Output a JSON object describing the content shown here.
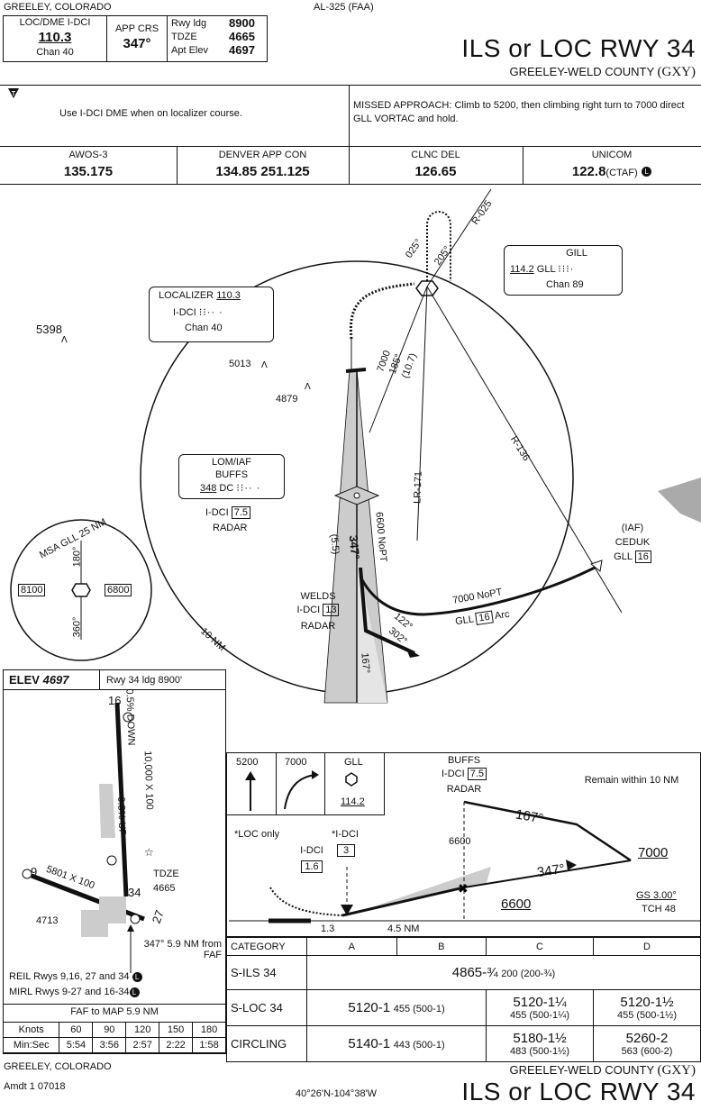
{
  "header": {
    "location_top": "GREELEY, COLORADO",
    "chart_id": "AL-325 (FAA)",
    "loc_label": "LOC/DME I-DCI",
    "loc_freq": "110.3",
    "loc_chan": "Chan 40",
    "app_crs_label": "APP CRS",
    "app_crs_value": "347°",
    "rwy_ldg_label": "Rwy ldg",
    "rwy_ldg_value": "8900",
    "tdze_label": "TDZE",
    "tdze_value": "4665",
    "apt_elev_label": "Apt Elev",
    "apt_elev_value": "4697",
    "title": "ILS or LOC RWY 34",
    "airport": "GREELEY-WELD COUNTY",
    "airport_code": "(GXY)"
  },
  "notes": {
    "t_symbol": "T",
    "dme_note": "Use I-DCI DME when on localizer course.",
    "missed_approach": "MISSED APPROACH: Climb to 5200, then climbing right turn to 7000 direct GLL VORTAC and hold."
  },
  "comms": [
    {
      "label": "AWOS-3",
      "freq": "135.175"
    },
    {
      "label": "DENVER APP CON",
      "freq": "134.85 251.125"
    },
    {
      "label": "CLNC DEL",
      "freq": "126.65"
    },
    {
      "label": "UNICOM",
      "freq": "122.8",
      "suffix": "(CTAF)"
    }
  ],
  "plan": {
    "localizer_box": {
      "title": "LOCALIZER",
      "freq": "110.3",
      "ident": "I-DCI",
      "chan": "Chan 40"
    },
    "gill_box": {
      "name": "GILL",
      "freq": "114.2",
      "ident": "GLL",
      "chan": "Chan 89"
    },
    "lom_box": {
      "title": "LOM/IAF",
      "name": "BUFFS",
      "freq": "348",
      "dc": "DC"
    },
    "lom_dme": "I-DCI",
    "lom_dme_value": "7.5",
    "lom_radar": "RADAR",
    "welds": "WELDS",
    "welds_dme": "I-DCI",
    "welds_dme_value": "13",
    "welds_radar": "RADAR",
    "ceduk": {
      "iaf": "(IAF)",
      "name": "CEDUK",
      "gll": "GLL",
      "dme": "16"
    },
    "arc_alt": "7000 NoPT",
    "arc_gll": "GLL",
    "arc_dme": "16",
    "arc_label": "Arc",
    "elev_5398": "5398",
    "elev_5013": "5013",
    "elev_4879": "4879",
    "r025": "R-025",
    "deg025": "025°",
    "deg205": "205°",
    "hold_alt": "7000",
    "hold_crs": "185°",
    "hold_dist": "(10.7)",
    "r136": "R-136",
    "lr171": "LR-171",
    "nopt": "6600 NoPT",
    "crs347": "347°",
    "dist55": "(5.5)",
    "crs122": "122°",
    "crs302": "302°",
    "crs167": "167°",
    "ten_nm": "10 NM",
    "msa": {
      "title": "MSA GLL 25 NM",
      "alt_w": "8100",
      "alt_e": "6800",
      "brg_180": "180°",
      "brg_360": "360°"
    }
  },
  "airport_diagram": {
    "elev_label": "ELEV",
    "elev_value": "4697",
    "rwy_ldg": "Rwy 34 ldg 8900'",
    "rwy16": "16",
    "rwy34": "34",
    "rwy9": "9",
    "rwy27": "27",
    "dim_long": "10,000 X 100",
    "dim_short": "5801 X 100",
    "slope_down": "0.5% DOWN",
    "slope_up": "0.5% UP",
    "tdze_label": "TDZE",
    "tdze_value": "4665",
    "obs": "4713",
    "faf_note": "347° 5.9 NM from FAF",
    "reil": "REIL Rwys 9,16, 27 and 34",
    "mirl": "MIRL Rwys 9-27 and 16-34"
  },
  "profile": {
    "climb_alt": "5200",
    "turn_alt": "7000",
    "gll": "GLL",
    "gll_freq": "114.2",
    "buffs": "BUFFS",
    "buffs_dme": "I-DCI",
    "buffs_dme_value": "7.5",
    "buffs_radar": "RADAR",
    "remain": "Remain within 10 NM",
    "loc_only": "*LOC only",
    "idci_a": "I-DCI",
    "idci_a_val": "1.6",
    "idci_b": "*I-DCI",
    "idci_b_val": "3",
    "alt_6600_top": "6600",
    "crs167": "167°",
    "crs347": "347°",
    "alt_7000": "7000",
    "alt_6600": "6600",
    "gs": "GS 3.00°",
    "tch": "TCH 48",
    "dist_13": "1.3",
    "dist_45": "4.5 NM"
  },
  "minimums": {
    "headers": [
      "CATEGORY",
      "A",
      "B",
      "C",
      "D"
    ],
    "rows": [
      {
        "cat": "S-ILS 34",
        "all": "4865-¾",
        "all_sub": "200 (200-¾)"
      },
      {
        "cat": "S-LOC 34",
        "ab": "5120-1",
        "ab_sub": "455 (500-1)",
        "c": "5120-1¼",
        "c_sub": "455 (500-1¼)",
        "d": "5120-1½",
        "d_sub": "455 (500-1½)"
      },
      {
        "cat": "CIRCLING",
        "ab": "5140-1",
        "ab_sub": "443 (500-1)",
        "c": "5180-1½",
        "c_sub": "483 (500-1½)",
        "d": "5260-2",
        "d_sub": "563 (600-2)"
      }
    ]
  },
  "timing": {
    "title": "FAF to MAP 5.9 NM",
    "knots_label": "Knots",
    "knots": [
      "60",
      "90",
      "120",
      "150",
      "180"
    ],
    "time_label": "Min:Sec",
    "times": [
      "5:54",
      "3:56",
      "2:57",
      "2:22",
      "1:58"
    ]
  },
  "footer": {
    "location": "GREELEY, COLORADO",
    "amdt": "Amdt 1  07018",
    "coords": "40°26'N-104°38'W",
    "airport": "GREELEY-WELD COUNTY",
    "airport_code": "(GXY)",
    "title": "ILS or LOC RWY 34"
  }
}
